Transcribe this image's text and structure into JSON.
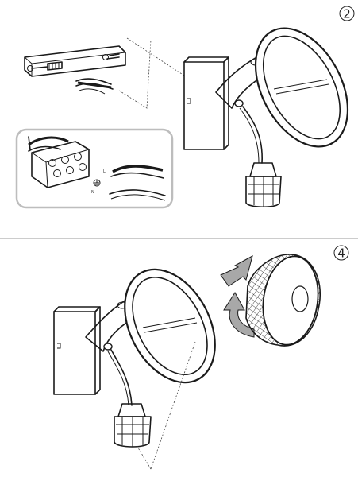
{
  "panels": [
    {
      "id": "top",
      "step_label": "2",
      "wire_labels": [
        "L",
        "N"
      ]
    },
    {
      "id": "bottom",
      "step_label": "4"
    }
  ],
  "colors": {
    "line": "#1a1a1a",
    "arrow_fill": "#a8a8a8",
    "inset_border": "#bdbdbd",
    "divider": "#999999"
  },
  "icons": [
    "mounting-bracket-icon",
    "terminal-block-icon",
    "earth-symbol-icon",
    "rotate-arrow-icon",
    "push-arrow-icon"
  ]
}
